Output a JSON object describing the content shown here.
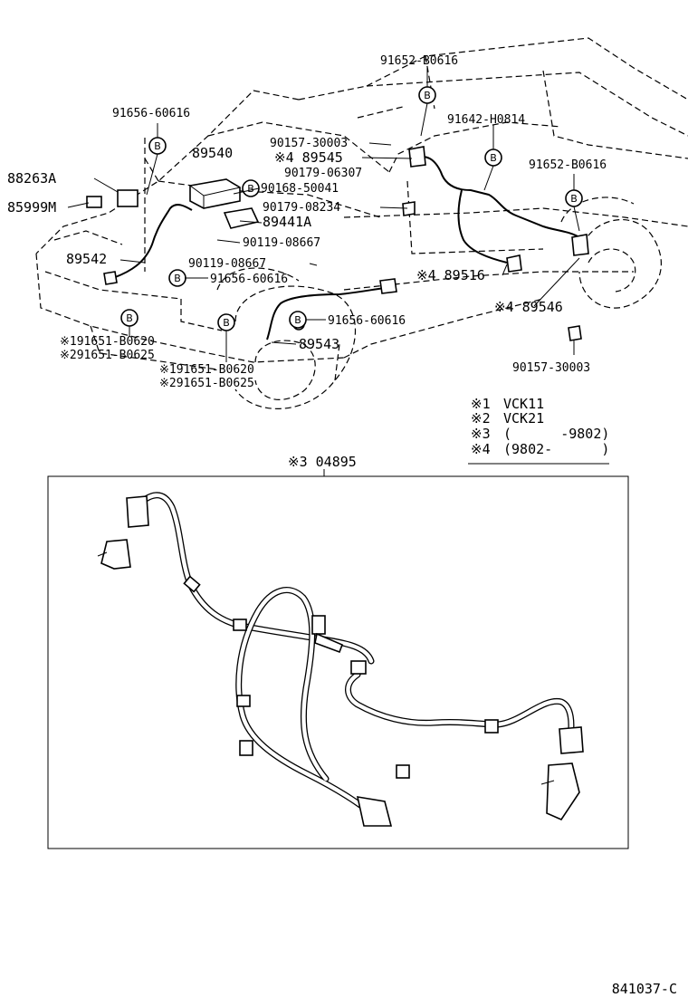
{
  "part_labels": {
    "p91652_top": "91652-B0616",
    "p91656_top": "91656-60616",
    "p91642": "91642-H0814",
    "p89540": "89540",
    "p90157_a": "90157-30003",
    "p89545": "※4 89545",
    "p90179_06307": "90179-06307",
    "p90168": "90168-50041",
    "p90179_08234": "90179-08234",
    "p89441a": "89441A",
    "p88263a": "88263A",
    "p85999m": "85999M",
    "p90119_a": "90119-08667",
    "p91652_right": "91652-B0616",
    "p89542": "89542",
    "p90119_b": "90119-08667",
    "p91656_mid": "91656-60616",
    "p89516": "※4 89516",
    "p91656_low": "91656-60616",
    "p89546": "※4 89546",
    "p89543": "89543",
    "p191651_l": "※191651-B0620",
    "p291651_l": "※291651-B0625",
    "p191651_r": "※191651-B0620",
    "p291651_r": "※291651-B0625",
    "p90157_b": "90157-30003",
    "p04895": "※3 04895"
  },
  "bolt_symbol": "B",
  "legend": {
    "n1": "※1",
    "v1": "VCK11",
    "n2": "※2",
    "v2": "VCK21",
    "n3": "※3",
    "v3": "(      -9802)",
    "n4": "※4",
    "v4": "(9802-      )"
  },
  "diagram_id": "841037-C"
}
